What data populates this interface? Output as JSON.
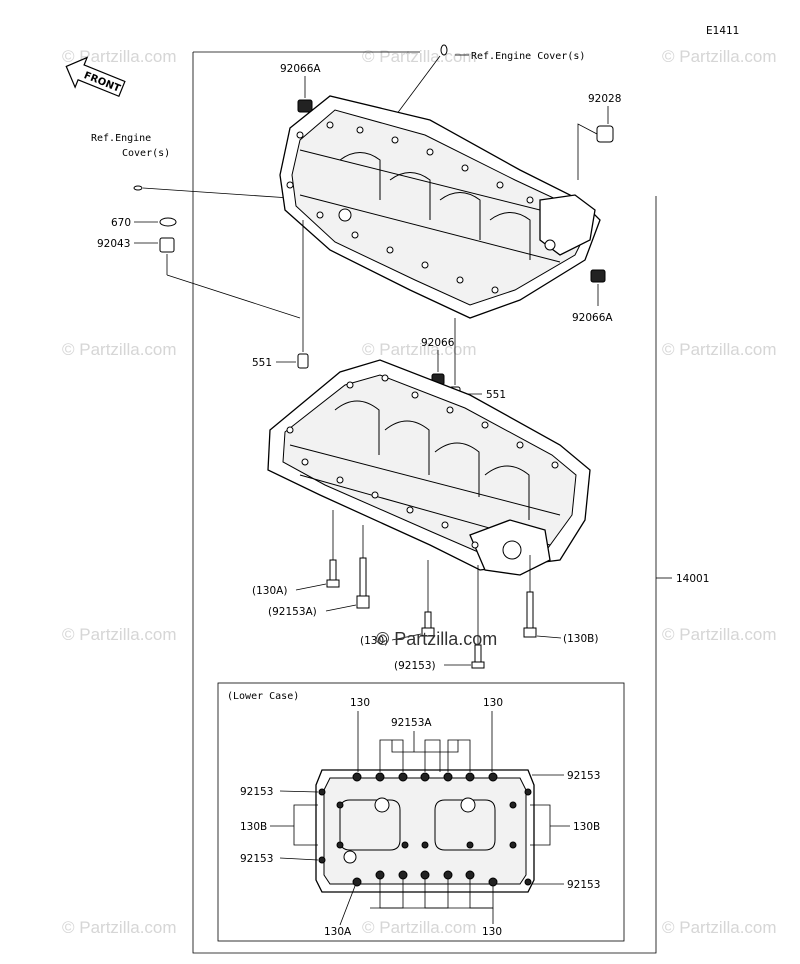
{
  "diagram_code": "E1411",
  "watermark": "© Partzilla.com",
  "center_watermark": "© Partzilla.com",
  "front_label": "FRONT",
  "ref_engine_cover_top": "Ref.Engine Cover(s)",
  "ref_engine_cover_left_line1": "Ref.Engine",
  "ref_engine_cover_left_line2": "Cover(s)",
  "parts": {
    "p92066A_top": "92066A",
    "p92028": "92028",
    "p670": "670",
    "p92043": "92043",
    "p92066A_right": "92066A",
    "p551_left": "551",
    "p92066": "92066",
    "p551_right": "551",
    "p14001": "14001",
    "p130A": "(130A)",
    "p92153A": "(92153A)",
    "p130": "(130)",
    "p130B": "(130B)",
    "p92153": "(92153)"
  },
  "lower_case": {
    "title": "(Lower Case)",
    "labels": {
      "top_130_left": "130",
      "top_92153A": "92153A",
      "top_130_right": "130",
      "left_92153_top": "92153",
      "left_130B": "130B",
      "left_92153_bottom": "92153",
      "right_92153_top": "92153",
      "right_130B": "130B",
      "right_92153_bottom": "92153",
      "bottom_130A": "130A",
      "bottom_130": "130"
    }
  }
}
